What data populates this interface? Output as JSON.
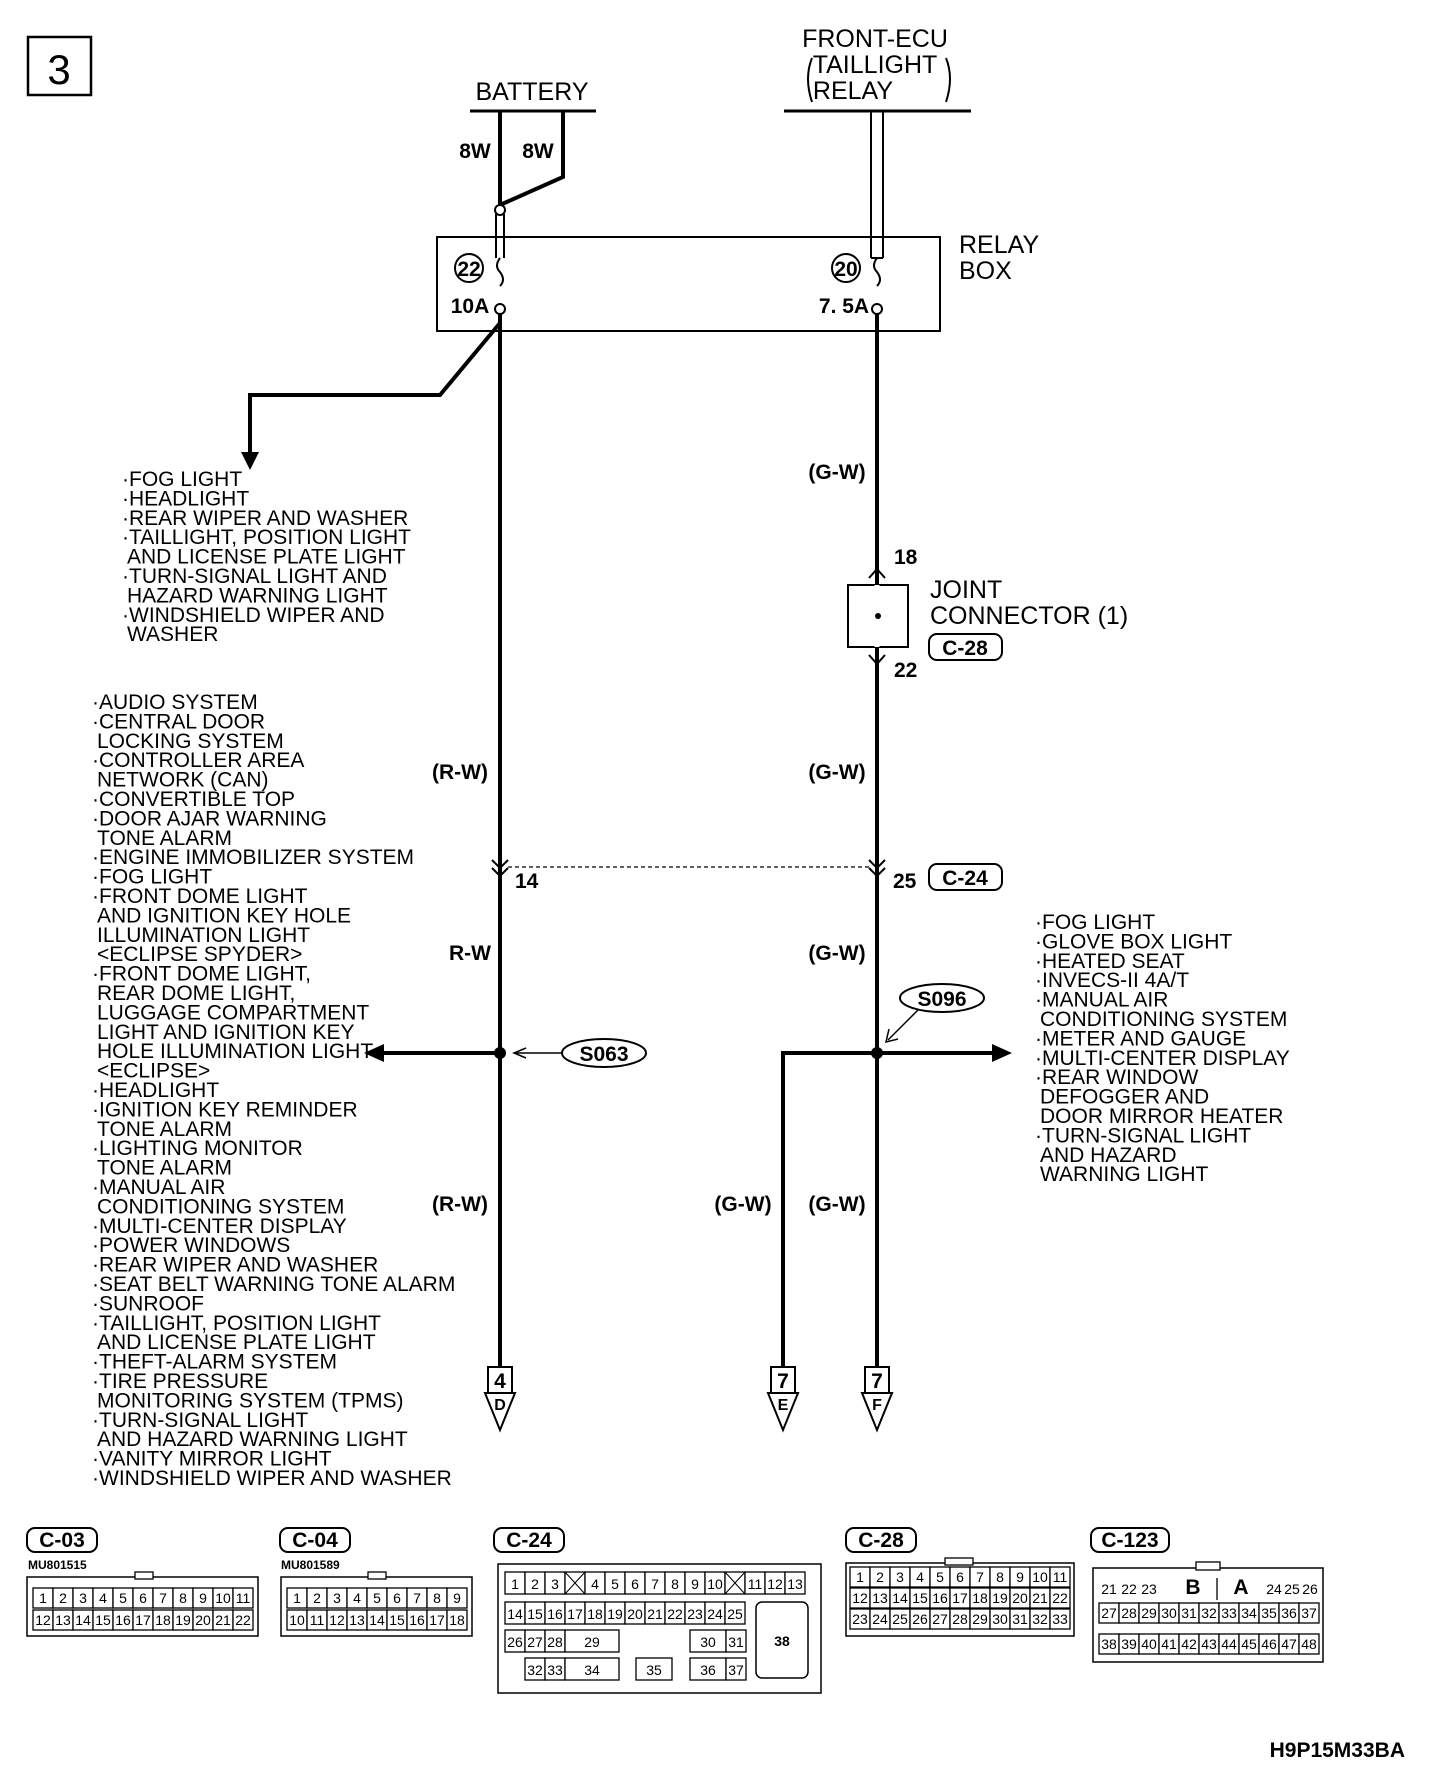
{
  "page_number": "3",
  "sources": {
    "battery": "BATTERY",
    "ecu_line1": "FRONT-ECU",
    "ecu_line2": "TAILLIGHT",
    "ecu_line3": "RELAY"
  },
  "wire_sizes": [
    "8W",
    "8W"
  ],
  "relay_box": {
    "line1": "RELAY",
    "line2": "BOX",
    "fuse_left_number": "22",
    "fuse_left_rating": "10A",
    "fuse_right_number": "20",
    "fuse_right_rating": "7. 5A"
  },
  "wire_colors": {
    "gw_upper": "(G-W)",
    "rw_mid": "(R-W)",
    "gw_mid": "(G-W)",
    "rw_lower": "R-W",
    "gw_lower": "(G-W)",
    "rw_bottom": "(R-W)",
    "gw_bottom_left": "(G-W)",
    "gw_bottom_right": "(G-W)"
  },
  "joint_connector": {
    "line1": "JOINT",
    "line2": "CONNECTOR (1)",
    "code": "C-28",
    "pin_top": "18",
    "pin_bottom": "22"
  },
  "connector_c24": {
    "code": "C-24",
    "pin_left": "14",
    "pin_right": "25"
  },
  "splices": {
    "left": "S063",
    "right": "S096"
  },
  "upper_left_list": [
    "·FOG LIGHT",
    "·HEADLIGHT",
    "·REAR WIPER AND WASHER",
    "·TAILLIGHT, POSITION LIGHT",
    " AND LICENSE PLATE LIGHT",
    "·TURN-SIGNAL LIGHT AND",
    " HAZARD WARNING LIGHT",
    "·WINDSHIELD WIPER AND",
    " WASHER"
  ],
  "lower_left_list": [
    "·AUDIO SYSTEM",
    "·CENTRAL DOOR",
    " LOCKING SYSTEM",
    "·CONTROLLER AREA",
    " NETWORK (CAN)",
    "·CONVERTIBLE TOP",
    "·DOOR AJAR WARNING",
    " TONE ALARM",
    "·ENGINE IMMOBILIZER SYSTEM",
    "·FOG LIGHT",
    "·FRONT DOME LIGHT",
    " AND IGNITION KEY HOLE",
    " ILLUMINATION LIGHT",
    " <ECLIPSE SPYDER>",
    "·FRONT DOME LIGHT,",
    " REAR DOME LIGHT,",
    " LUGGAGE COMPARTMENT",
    " LIGHT AND IGNITION KEY",
    " HOLE ILLUMINATION LIGHT",
    " <ECLIPSE>",
    "·HEADLIGHT",
    "·IGNITION KEY REMINDER",
    " TONE ALARM",
    "·LIGHTING MONITOR",
    " TONE ALARM",
    "·MANUAL AIR",
    " CONDITIONING SYSTEM",
    "·MULTI-CENTER DISPLAY",
    "·POWER WINDOWS",
    "·REAR WIPER AND WASHER",
    "·SEAT BELT WARNING TONE ALARM",
    "·SUNROOF",
    "·TAILLIGHT, POSITION LIGHT",
    " AND LICENSE PLATE LIGHT",
    "·THEFT-ALARM SYSTEM",
    "·TIRE PRESSURE",
    " MONITORING SYSTEM (TPMS)",
    "·TURN-SIGNAL LIGHT",
    " AND HAZARD WARNING LIGHT",
    "·VANITY MIRROR LIGHT",
    "·WINDSHIELD WIPER AND WASHER"
  ],
  "right_list": [
    "·FOG LIGHT",
    "·GLOVE BOX LIGHT",
    "·HEATED SEAT",
    "·INVECS-II 4A/T",
    "·MANUAL AIR",
    " CONDITIONING SYSTEM",
    "·METER AND GAUGE",
    "·MULTI-CENTER DISPLAY",
    "·REAR WINDOW",
    " DEFOGGER AND",
    " DOOR MIRROR HEATER",
    "·TURN-SIGNAL LIGHT",
    " AND HAZARD",
    " WARNING LIGHT"
  ],
  "outputs": [
    {
      "page": "4",
      "letter": "D"
    },
    {
      "page": "7",
      "letter": "E"
    },
    {
      "page": "7",
      "letter": "F"
    }
  ],
  "connectors": {
    "c03": {
      "code": "C-03",
      "part": "MU801515",
      "row1": [
        "1",
        "2",
        "3",
        "4",
        "5",
        "6",
        "7",
        "8",
        "9",
        "10",
        "11"
      ],
      "row2": [
        "12",
        "13",
        "14",
        "15",
        "16",
        "17",
        "18",
        "19",
        "20",
        "21",
        "22"
      ]
    },
    "c04": {
      "code": "C-04",
      "part": "MU801589",
      "row1": [
        "1",
        "2",
        "3",
        "4",
        "5",
        "6",
        "7",
        "8",
        "9"
      ],
      "row2": [
        "10",
        "11",
        "12",
        "13",
        "14",
        "15",
        "16",
        "17",
        "18"
      ]
    },
    "c24": {
      "code": "C-24",
      "row1": [
        "1",
        "2",
        "3",
        "",
        "4",
        "5",
        "6",
        "7",
        "8",
        "9",
        "10",
        "",
        "11",
        "12",
        "13"
      ],
      "row2": [
        "14",
        "15",
        "16",
        "17",
        "18",
        "19",
        "20",
        "21",
        "22",
        "23",
        "24",
        "25"
      ],
      "row3": [
        "26",
        "27",
        "28",
        "29",
        "30",
        "31"
      ],
      "row4": [
        "32",
        "33",
        "34",
        "35",
        "36",
        "37"
      ],
      "big": "38"
    },
    "c28": {
      "code": "C-28",
      "row1": [
        "1",
        "2",
        "3",
        "4",
        "5",
        "6",
        "7",
        "8",
        "9",
        "10",
        "11"
      ],
      "row2": [
        "12",
        "13",
        "14",
        "15",
        "16",
        "17",
        "18",
        "19",
        "20",
        "21",
        "22"
      ],
      "row3": [
        "23",
        "24",
        "25",
        "26",
        "27",
        "28",
        "29",
        "30",
        "31",
        "32",
        "33"
      ]
    },
    "c123": {
      "code": "C-123",
      "row1": [
        "21",
        "22",
        "23",
        "B",
        "A",
        "24",
        "25",
        "26"
      ],
      "row2": [
        "27",
        "28",
        "29",
        "30",
        "31",
        "32",
        "33",
        "34",
        "35",
        "36",
        "37"
      ],
      "row3": [
        "38",
        "39",
        "40",
        "41",
        "42",
        "43",
        "44",
        "45",
        "46",
        "47",
        "48"
      ]
    }
  },
  "figure_code": "H9P15M33BA"
}
